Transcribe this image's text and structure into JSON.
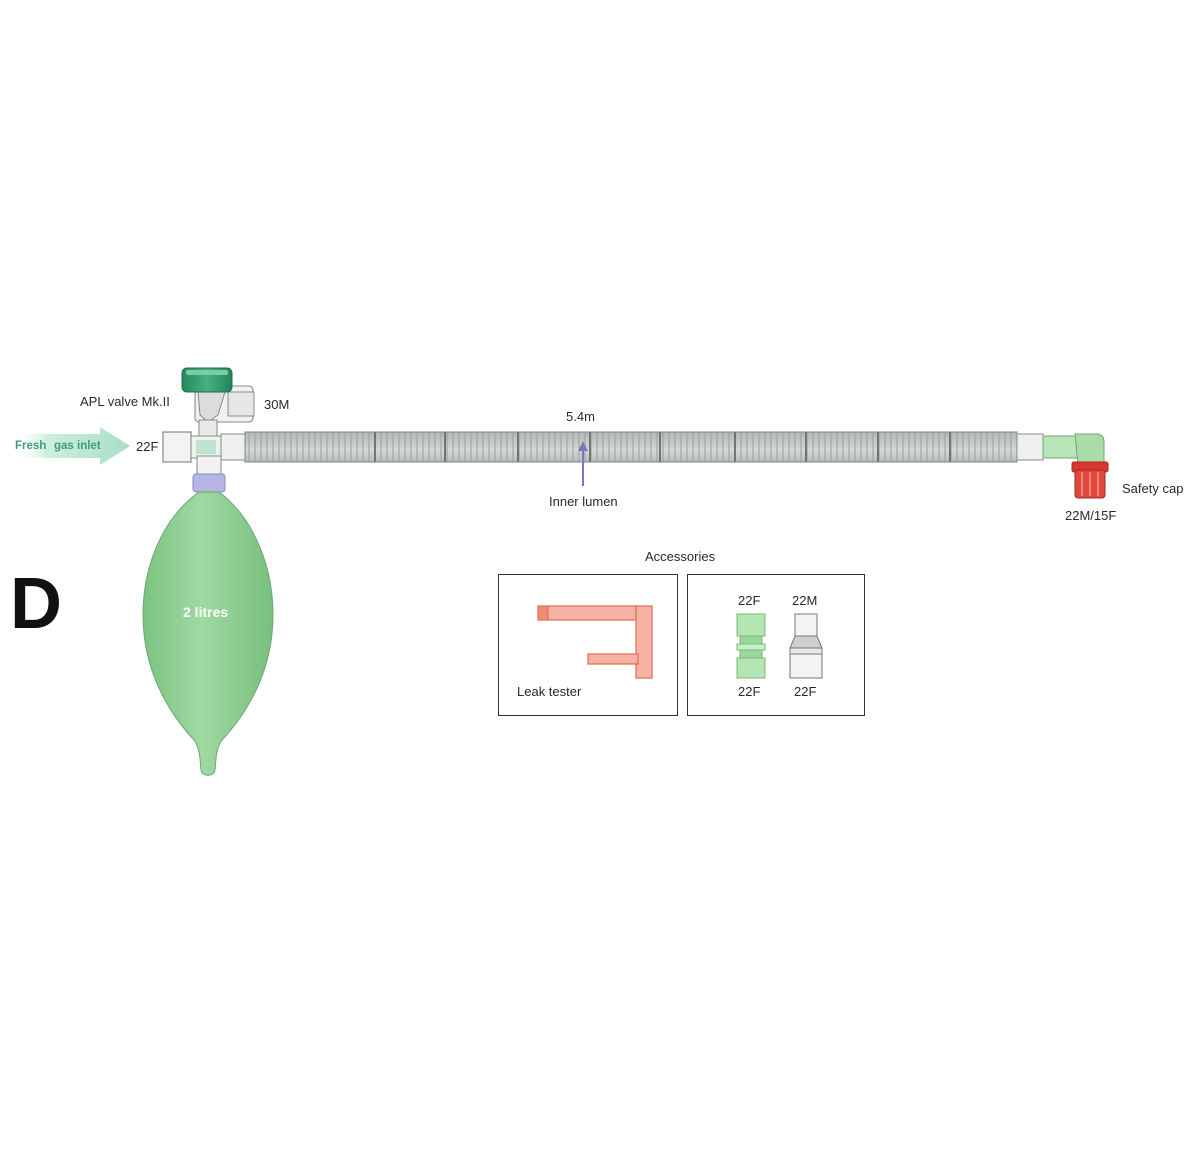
{
  "panel_letter": "D",
  "labels": {
    "apl_valve": "APL valve Mk.II",
    "port_30m": "30M",
    "fresh_gas_word1": "Fresh",
    "fresh_gas_word2": "gas inlet",
    "port_22f": "22F",
    "tube_length": "5.4m",
    "inner_lumen": "Inner lumen",
    "safety_cap": "Safety cap",
    "end_connector": "22M/15F",
    "bag_volume": "2 litres"
  },
  "accessories": {
    "title": "Accessories",
    "leak_tester": "Leak tester",
    "green_top": "22F",
    "green_bottom": "22F",
    "grey_top": "22M",
    "grey_bottom": "22F"
  },
  "colors": {
    "bag_green": "#8ccf8f",
    "valve_green": "#2f9a6a",
    "tube_grey": "#b9bfbd",
    "cap_red": "#e0483e",
    "leak_tester_red": "#ef8a74",
    "inlet_arrow": "#bfe7d4",
    "lumen_arrow": "#7a78b8"
  }
}
